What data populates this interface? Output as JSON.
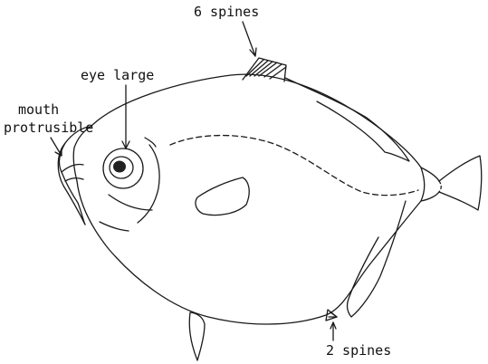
{
  "labels": {
    "dorsal_spines": "6 spines",
    "eye": "eye large",
    "mouth_line1": "mouth",
    "mouth_line2": "protrusible",
    "pelvic_spines": "2 spines"
  }
}
